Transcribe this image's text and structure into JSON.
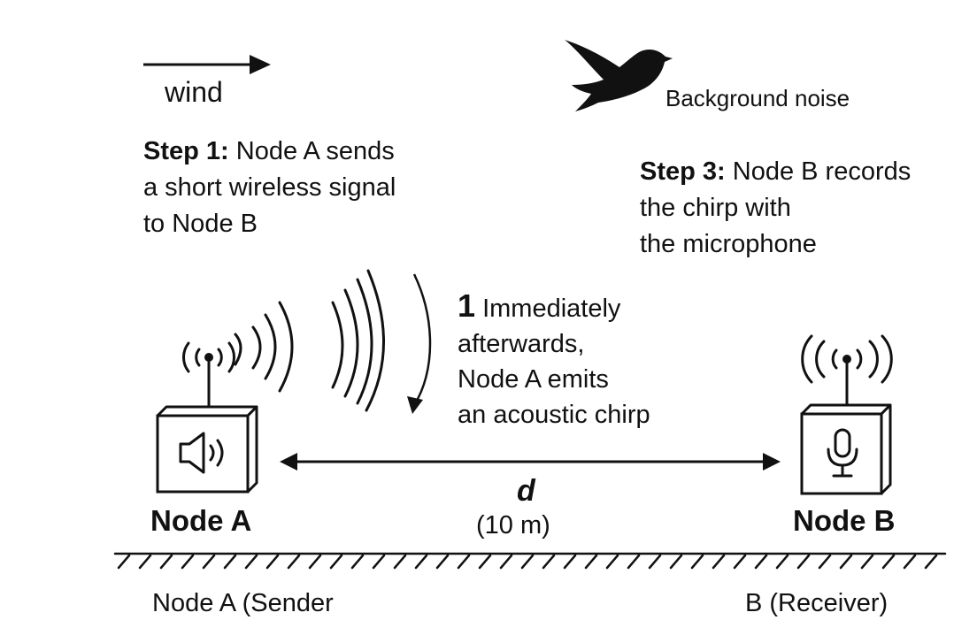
{
  "wind": {
    "label": "wind"
  },
  "noise": {
    "label": "Background noise"
  },
  "step1": {
    "prefix": "Step 1:",
    "line1": "Node A sends",
    "line2": "a short wireless signal",
    "line3": "to Node B"
  },
  "step3": {
    "prefix": "Step 3:",
    "line1": "Node B records",
    "line2": "the chirp with",
    "line3": "the microphone"
  },
  "step2": {
    "number": "1",
    "line1": "Immediately",
    "line2": "afterwards,",
    "line3": "Node A emits",
    "line4": "an acoustic chirp"
  },
  "distance": {
    "symbol": "d",
    "value": "(10 m)"
  },
  "node_a": {
    "label": "Node A",
    "caption": "Node A (Sender"
  },
  "node_b": {
    "label": "Node B",
    "caption": "B (Receiver)"
  },
  "icons": {
    "node_a_device": "speaker-icon",
    "node_b_device": "microphone-icon",
    "noise_source": "bird-icon",
    "antenna": "antenna-icon"
  },
  "colors": {
    "ink": "#111111",
    "background": "#ffffff"
  }
}
